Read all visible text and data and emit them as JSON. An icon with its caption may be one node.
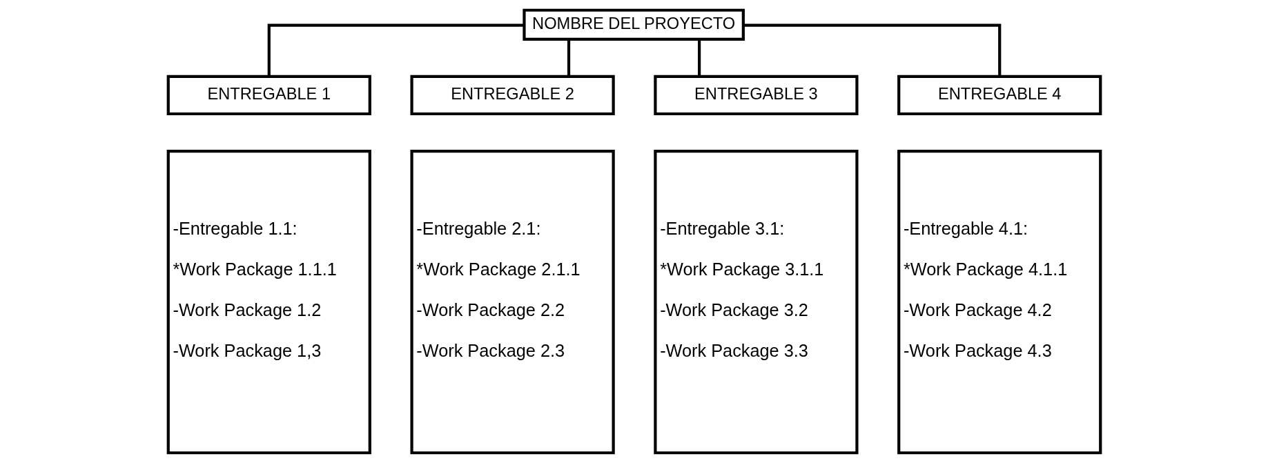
{
  "diagram": {
    "nodes": [
      {
        "text": [
          "NOMBRE DEL PROYECTO"
        ]
      },
      {
        "text": [
          "ENTREGABLE 1"
        ]
      },
      {
        "text": [
          "ENTREGABLE 2"
        ]
      },
      {
        "text": [
          "ENTREGABLE 3"
        ]
      },
      {
        "text": [
          "ENTREGABLE 4"
        ]
      },
      {
        "text": [
          "-Entregable 1.1:",
          "*Work Package 1.1.1",
          "-Work Package 1.2",
          "-Work Package 1,3"
        ]
      },
      {
        "text": [
          "-Entregable 2.1:",
          "*Work Package 2.1.1",
          "-Work Package 2.2",
          "-Work Package 2.3"
        ]
      },
      {
        "text": [
          "-Entregable 3.1:",
          "*Work Package 3.1.1",
          "-Work Package 3.2",
          "-Work Package 3.3"
        ]
      },
      {
        "text": [
          "-Entregable 4.1:",
          "*Work Package 4.1.1",
          "-Work Package 4.2",
          "-Work Package 4.3"
        ]
      }
    ],
    "edges": [
      {
        "from": 0,
        "to": 1,
        "arrow": "none"
      },
      {
        "from": 0,
        "to": 2,
        "arrow": "none"
      },
      {
        "from": 0,
        "to": 3,
        "arrow": "none"
      },
      {
        "from": 0,
        "to": 4,
        "arrow": "none"
      }
    ]
  }
}
